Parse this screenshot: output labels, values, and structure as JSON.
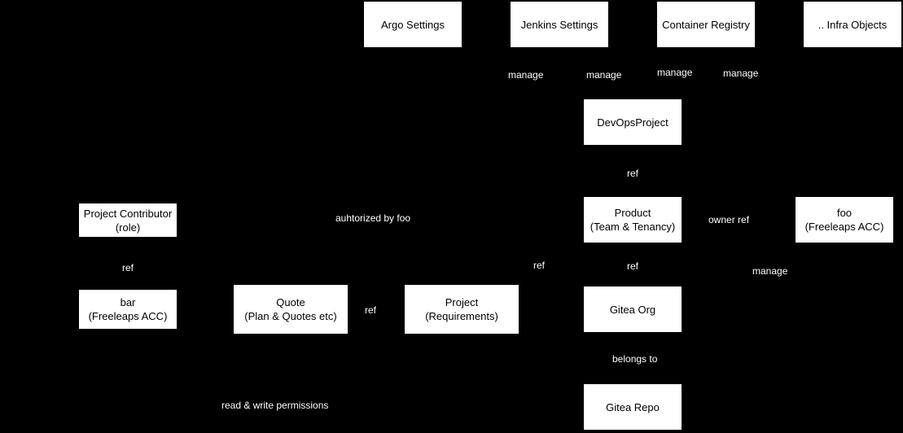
{
  "diagram": {
    "background_color": "#000000",
    "node_bg_color": "#ffffff",
    "node_text_color": "#000000",
    "edge_label_bg_color": "#000000",
    "edge_label_text_color": "#ffffff",
    "nodes": {
      "argo_settings": {
        "label": "Argo Settings"
      },
      "jenkins_settings": {
        "label": "Jenkins Settings"
      },
      "container_registry": {
        "label": "Container Registry"
      },
      "infra_objects": {
        "label": ".. Infra Objects"
      },
      "devops_project": {
        "label": "DevOpsProject"
      },
      "product": {
        "line1": "Product",
        "line2": "(Team & Tenancy)"
      },
      "foo_acc": {
        "line1": "foo",
        "line2": "(Freeleaps ACC)"
      },
      "project_contributor": {
        "line1": "Project Contributor",
        "line2": "(role)"
      },
      "bar_acc": {
        "line1": "bar",
        "line2": "(Freeleaps ACC)"
      },
      "quote": {
        "line1": "Quote",
        "line2": "(Plan & Quotes etc)"
      },
      "project": {
        "line1": "Project",
        "line2": "(Requirements)"
      },
      "gitea_org": {
        "label": "Gitea Org"
      },
      "gitea_repo": {
        "label": "Gitea Repo"
      }
    },
    "edge_labels": {
      "manage_argo": "manage",
      "manage_jenkins": "manage",
      "manage_registry": "manage",
      "manage_infra": "manage",
      "ref_devops_product": "ref",
      "authorized_by_foo": "auhtorized by foo",
      "owner_ref": "owner ref",
      "ref_contributor_bar": "ref",
      "ref_project_product": "ref",
      "ref_product_gitea_org": "ref",
      "manage_foo": "manage",
      "ref_quote_project": "ref",
      "belongs_to": "belongs to",
      "read_write_permissions": "read & write permissions"
    }
  }
}
